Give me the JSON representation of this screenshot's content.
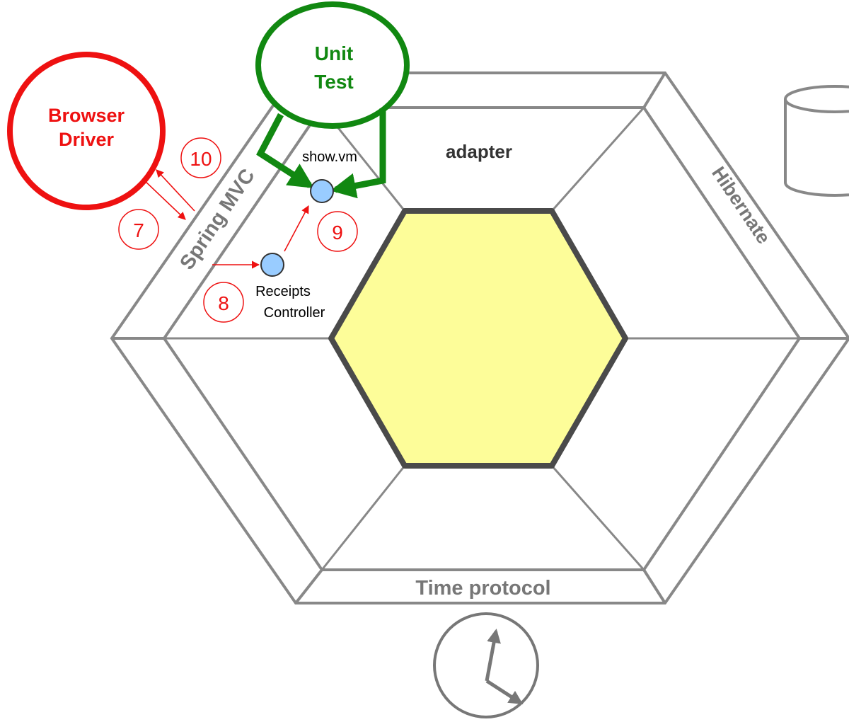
{
  "actors": {
    "browser_driver": {
      "line1": "Browser",
      "line2": "Driver"
    },
    "unit_test": {
      "line1": "Unit",
      "line2": "Test"
    }
  },
  "hexagon": {
    "adapter_label": "adapter",
    "left_adapter": "Spring MVC",
    "right_adapter": "Hibernate",
    "bottom_adapter": "Time protocol"
  },
  "components": {
    "view": "show.vm",
    "controller_line1": "Receipts",
    "controller_line2": "Controller"
  },
  "steps": [
    "10",
    "7",
    "8",
    "9"
  ],
  "colors": {
    "browser_driver": "#ee1111",
    "unit_test": "#118811",
    "step_marker": "#ee1111",
    "hex_outline": "#888888",
    "core_fill": "#fdfd99",
    "core_outline": "#4a4a4a",
    "node_fill": "#99ccff"
  },
  "icons": {
    "database": "database-cylinder-icon",
    "clock": "clock-icon"
  }
}
